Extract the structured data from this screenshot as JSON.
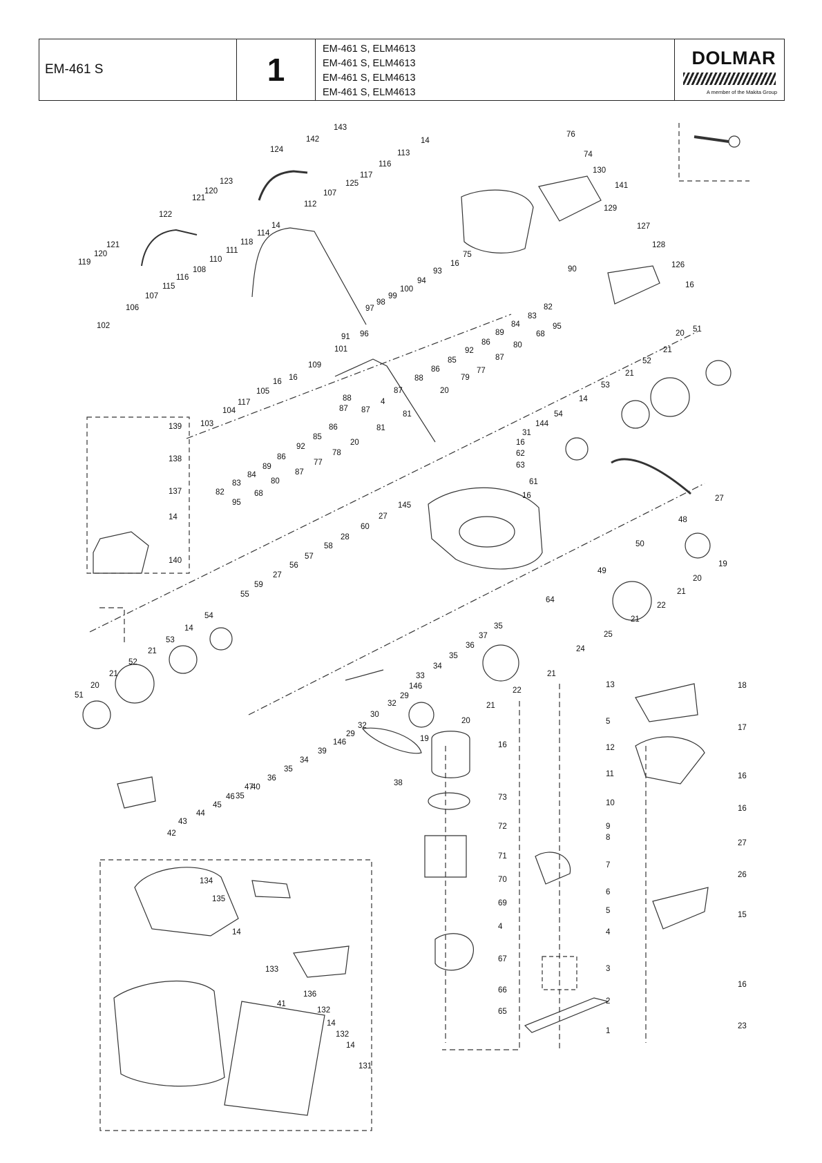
{
  "header": {
    "model": "EM-461 S",
    "page_number": "1",
    "variants": [
      "EM-461 S, ELM4613",
      "EM-461 S, ELM4613",
      "EM-461 S, ELM4613",
      "EM-461 S, ELM4613"
    ],
    "brand": "DOLMAR",
    "brand_tagline": "A member of the Makita Group"
  },
  "callouts": {
    "c143": "143",
    "c142": "142",
    "c124": "124",
    "c123": "123",
    "c120a": "120",
    "c121a": "121",
    "c122": "122",
    "c121b": "121",
    "c120b": "120",
    "c119": "119",
    "c102": "102",
    "c106": "106",
    "c107a": "107",
    "c115": "115",
    "c116a": "116",
    "c108": "108",
    "c110": "110",
    "c111": "111",
    "c118": "118",
    "c114": "114",
    "c14a": "14",
    "c112": "112",
    "c107b": "107",
    "c125": "125",
    "c117a": "117",
    "c116b": "116",
    "c113": "113",
    "c14b": "14",
    "c76": "76",
    "c74": "74",
    "c130": "130",
    "c141": "141",
    "c129": "129",
    "c127": "127",
    "c128": "128",
    "c126": "126",
    "c16a": "16",
    "c75": "75",
    "c16b": "16",
    "c93": "93",
    "c94": "94",
    "c100": "100",
    "c99": "99",
    "c98": "98",
    "c97": "97",
    "c96": "96",
    "c101": "101",
    "c109": "109",
    "c16c": "16",
    "c16d": "16",
    "c105": "105",
    "c117b": "117",
    "c104": "104",
    "c103": "103",
    "c90": "90",
    "c82a": "82",
    "c83a": "83",
    "c84a": "84",
    "c89a": "89",
    "c86a": "86",
    "c92a": "92",
    "c85a": "85",
    "c86b": "86",
    "c88a": "88",
    "c87a": "87",
    "c4a": "4",
    "c87b": "87",
    "c95a": "95",
    "c68a": "68",
    "c80a": "80",
    "c87c": "87",
    "c79": "79",
    "c77a": "77",
    "c20a": "20",
    "c81a": "81",
    "c51a": "51",
    "c21a": "21",
    "c52a": "52",
    "c21b": "21",
    "c53a": "53",
    "c14c": "14",
    "c54a": "54",
    "c91": "91",
    "c87d": "87",
    "c88b": "88",
    "c86c": "86",
    "c85b": "85",
    "c92b": "92",
    "c86d": "86",
    "c89b": "89",
    "c84b": "84",
    "c83b": "83",
    "c82b": "82",
    "c81b": "81",
    "c78": "78",
    "c20b": "20",
    "c77b": "77",
    "c87e": "87",
    "c80b": "80",
    "c68b": "68",
    "c95b": "95",
    "c139": "139",
    "c138": "138",
    "c137": "137",
    "c14d": "14",
    "c140": "140",
    "c31": "31",
    "c144": "144",
    "c16e": "16",
    "c62": "62",
    "c63": "63",
    "c61": "61",
    "c16f": "16",
    "c27a": "27",
    "c48": "48",
    "c50": "50",
    "c49": "49",
    "c145": "145",
    "c27b": "27",
    "c28": "28",
    "c60": "60",
    "c58": "58",
    "c57": "57",
    "c56": "56",
    "c27c": "27",
    "c59": "59",
    "c55": "55",
    "c54b": "54",
    "c14e": "14",
    "c53b": "53",
    "c21c": "21",
    "c52b": "52",
    "c21d": "21",
    "c20c": "20",
    "c51b": "51",
    "c19a": "19",
    "c20d": "20",
    "c21e": "21",
    "c22a": "22",
    "c21f": "21",
    "c64": "64",
    "c25": "25",
    "c24": "24",
    "c35a": "35",
    "c37": "37",
    "c36a": "36",
    "c35b": "35",
    "c34a": "34",
    "c33": "33",
    "c146a": "146",
    "c29a": "29",
    "c32a": "32",
    "c30": "30",
    "c32b": "32",
    "c29b": "29",
    "c146b": "146",
    "c39": "39",
    "c34b": "34",
    "c35c": "35",
    "c36b": "36",
    "c40": "40",
    "c35d": "35",
    "c47": "47",
    "c46": "46",
    "c45": "45",
    "c44": "44",
    "c43": "43",
    "c42": "42",
    "c21g": "21",
    "c22b": "22",
    "c21h": "21",
    "c20e": "20",
    "c19b": "19",
    "c38": "38",
    "c16g": "16",
    "c73": "73",
    "c72": "72",
    "c71": "71",
    "c70": "70",
    "c69": "69",
    "c4b": "4",
    "c67": "67",
    "c66": "66",
    "c65": "65",
    "c13": "13",
    "c5a": "5",
    "c12": "12",
    "c11": "11",
    "c10": "10",
    "c9": "9",
    "c8": "8",
    "c7": "7",
    "c6": "6",
    "c5b": "5",
    "c4c": "4",
    "c3": "3",
    "c2": "2",
    "c1": "1",
    "c18": "18",
    "c17": "17",
    "c16h": "16",
    "c16i": "16",
    "c27d": "27",
    "c26": "26",
    "c15": "15",
    "c16j": "16",
    "c23": "23",
    "c134": "134",
    "c135": "135",
    "c14f": "14",
    "c133": "133",
    "c41": "41",
    "c136": "136",
    "c132a": "132",
    "c14g": "14",
    "c132b": "132",
    "c14h": "14",
    "c131": "131"
  }
}
